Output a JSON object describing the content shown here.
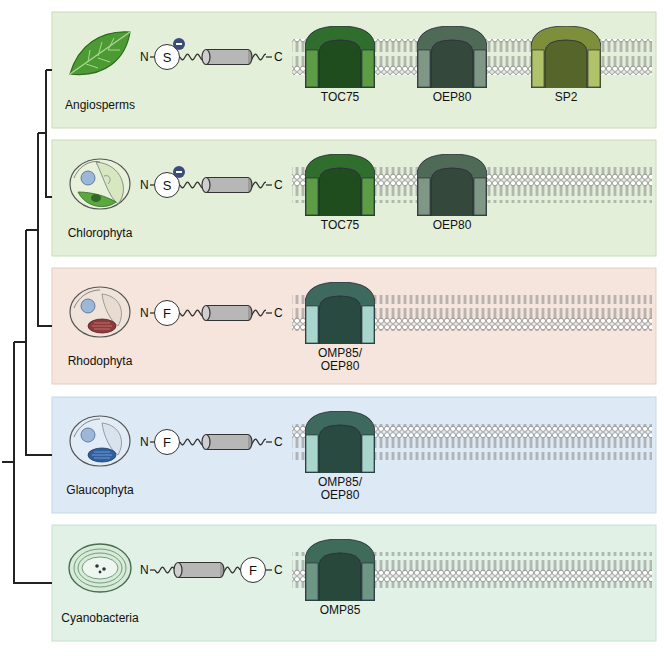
{
  "diagram": {
    "nodes": [
      {
        "text": [
          "Angiosperms"
        ]
      },
      {
        "text": [
          "S"
        ],
        "in": 0
      },
      {
        "text": [
          "TOC75"
        ],
        "in": 0
      },
      {
        "text": [
          "OEP80"
        ],
        "in": 0
      },
      {
        "text": [
          "SP2"
        ],
        "in": 0
      },
      {
        "text": [
          "Chlorophyta"
        ]
      },
      {
        "text": [
          "S"
        ],
        "in": 5
      },
      {
        "text": [
          "TOC75"
        ],
        "in": 5
      },
      {
        "text": [
          "OEP80"
        ],
        "in": 5
      },
      {
        "text": [
          "Rhodophyta"
        ]
      },
      {
        "text": [
          "F"
        ],
        "in": 9
      },
      {
        "text": [
          "OMP85/ OEP80"
        ],
        "in": 9
      },
      {
        "text": [
          "Glaucophyta"
        ]
      },
      {
        "text": [
          "F"
        ],
        "in": 12
      },
      {
        "text": [
          "OMP85/ OEP80"
        ],
        "in": 12
      },
      {
        "text": [
          "Cyanobacteria"
        ]
      },
      {
        "text": [
          "F"
        ],
        "in": 15
      },
      {
        "text": [
          "OMP85"
        ],
        "in": 15
      }
    ],
    "labels": [
      "N",
      "C",
      "N",
      "C",
      "N",
      "C",
      "N",
      "C",
      "N",
      "C"
    ]
  }
}
